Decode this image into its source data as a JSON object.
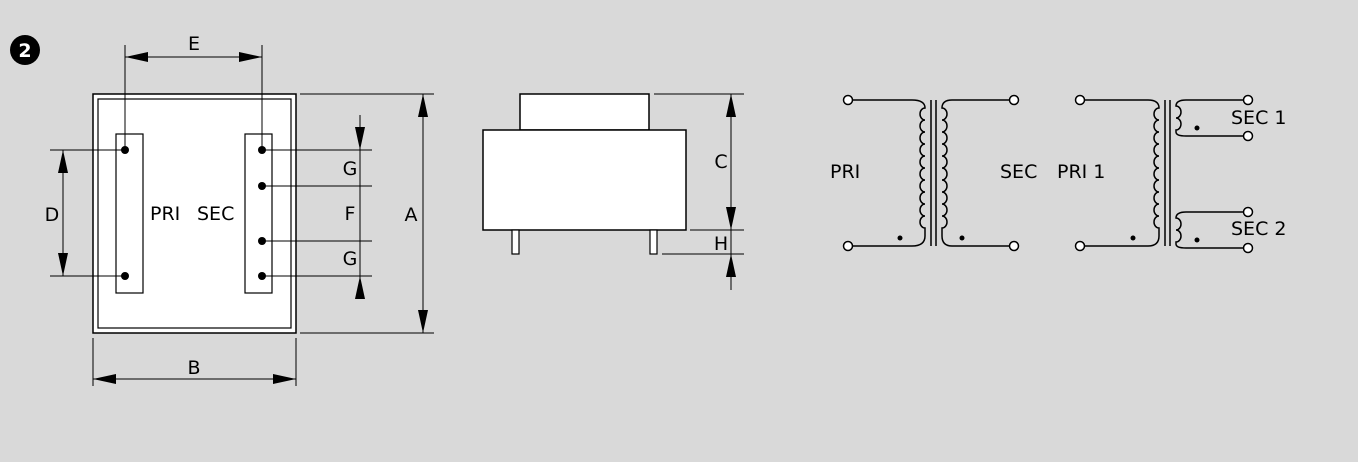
{
  "figure_number": "2",
  "dimensions": {
    "a": "A",
    "b": "B",
    "c": "C",
    "d": "D",
    "e": "E",
    "f": "F",
    "g_top": "G",
    "g_bottom": "G",
    "h": "H"
  },
  "top_view": {
    "pri_label": "PRI",
    "sec_label": "SEC"
  },
  "schematic_single": {
    "pri_label": "PRI",
    "sec_label": "SEC"
  },
  "schematic_dual": {
    "pri_label": "PRI 1",
    "sec1_label": "SEC 1",
    "sec2_label": "SEC 2"
  },
  "colors": {
    "background": "#d9d9d9",
    "body_fill": "#ffffff",
    "line": "#000000"
  }
}
